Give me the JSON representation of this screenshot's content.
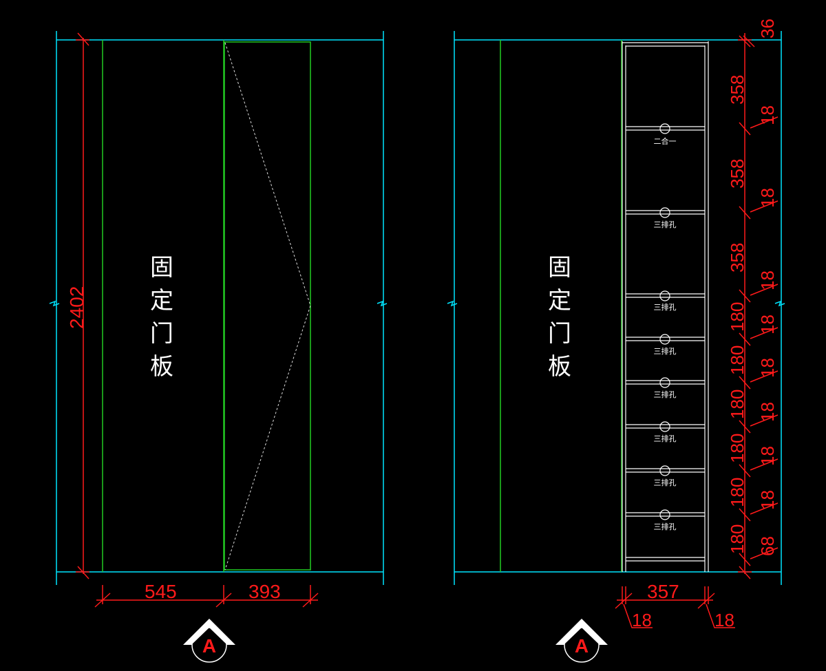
{
  "colors": {
    "background": "#000000",
    "outline": "#00e5ff",
    "panel": "#22cc22",
    "dimension": "#ff1a1a",
    "text": "#ffffff"
  },
  "left_elevation": {
    "panel_label": [
      "固",
      "定",
      "门",
      "板"
    ],
    "height_dim": "2402",
    "width_dims": [
      "545",
      "393"
    ],
    "section_mark": "A"
  },
  "right_elevation": {
    "panel_label": [
      "固",
      "定",
      "门",
      "板"
    ],
    "shelf_notes": [
      "二合一",
      "三排孔",
      "三排孔",
      "三排孔",
      "三排孔",
      "三排孔",
      "三排孔",
      "三排孔"
    ],
    "side_dims": [
      "36",
      "358",
      "18",
      "358",
      "18",
      "358",
      "18",
      "180",
      "18",
      "180",
      "18",
      "180",
      "18",
      "180",
      "18",
      "180",
      "18",
      "180",
      "68"
    ],
    "width_dim": "357",
    "board_dims": [
      "18",
      "18"
    ],
    "section_mark": "A"
  }
}
